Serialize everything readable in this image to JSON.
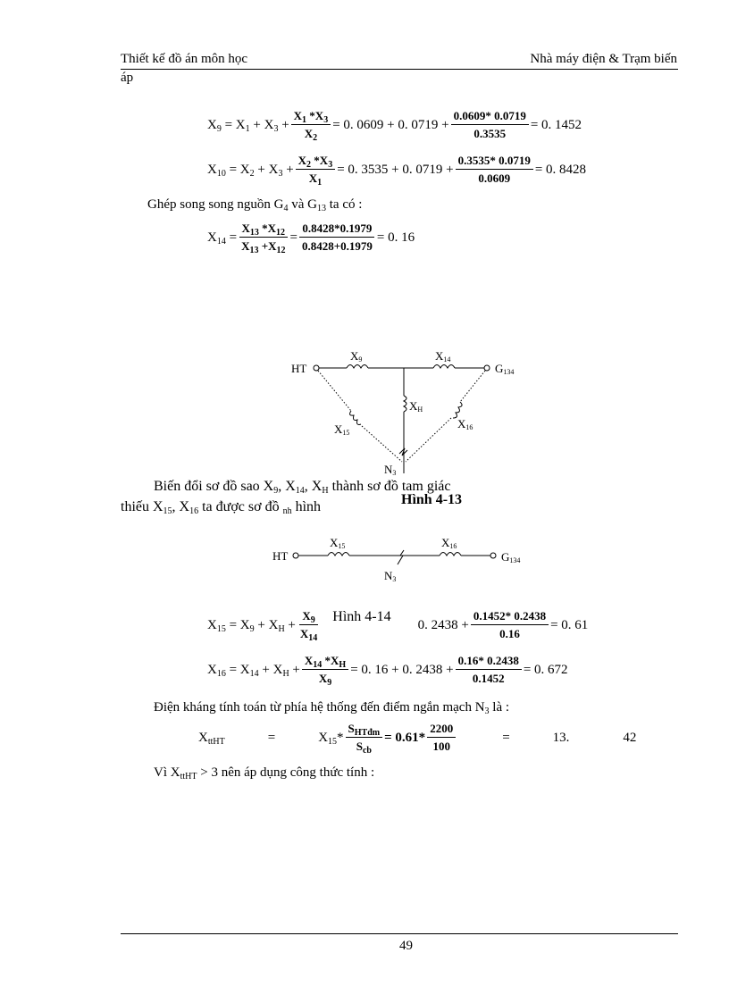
{
  "header": {
    "left": "Thiết kế đồ án môn học",
    "right": "Nhà máy điện & Trạm biến",
    "wrap": "áp"
  },
  "eq_x9": {
    "lhs": "X_{9} = X_{1} + X_{3} +",
    "num": "X_{1} *X_{3}",
    "den": "X_{2}",
    "mid": "= 0. 0609 + 0. 0719 +",
    "num2": "0.0609* 0.0719",
    "den2": "0.3535",
    "rhs": "= 0. 1452"
  },
  "eq_x10": {
    "lhs": "X_{10} = X_{2} + X_{3} +",
    "num": "X_{2} *X_{3}",
    "den": "X_{1}",
    "mid": "= 0. 3535 + 0. 0719 +",
    "num2": "0.3535* 0.0719",
    "den2": "0.0609",
    "rhs": "= 0. 8428"
  },
  "text_parallel": "Ghép song song nguồn G_{4} và G_{13} ta có :",
  "eq_x14": {
    "lhs": "X_{14} =",
    "num": "X_{13} *X_{12}",
    "den": "X_{13} +X_{12}",
    "mid": "=",
    "num2": "0.8428*0.1979",
    "den2": "0.8428+0.1979",
    "rhs": "= 0. 16"
  },
  "figure1": {
    "ht": "HT",
    "g": "G",
    "g_sub": "134",
    "x9": "X",
    "x9_sub": "9",
    "x14": "X",
    "x14_sub": "14",
    "xh": "X",
    "xh_sub": "H",
    "x15": "X",
    "x15_sub": "15",
    "x16": "X",
    "x16_sub": "16",
    "n": "N",
    "n_sub": "3",
    "caption": "Hình 4-13"
  },
  "text_transform1": "Biến đổi sơ đồ sao X_{9}, X_{14}, X_{H} thành sơ đồ tam giác",
  "text_transform2": "thiếu X_{15}, X_{16} ta được sơ đồ _{nh} hình",
  "figure2": {
    "ht": "HT",
    "g": "G",
    "g_sub": "134",
    "x15": "X",
    "x15_sub": "15",
    "x16": "X",
    "x16_sub": "16",
    "n": "N",
    "n_sub": "3",
    "caption": "Hình 4-14"
  },
  "eq_x15": {
    "lhs": "X_{15} = X_{9} + X_{H} +",
    "num": "X_{9}",
    "den": "X_{14}",
    "mid": "0. 2438 +",
    "num2": "0.1452* 0.2438",
    "den2": "0.16",
    "rhs": "= 0. 61"
  },
  "eq_x16": {
    "lhs": "X_{16} = X_{14} + X_{H} +",
    "num": "X_{14} *X_{H}",
    "den": "X_{9}",
    "mid": "= 0. 16 + 0. 2438 +",
    "num2": "0.16* 0.2438",
    "den2": "0.1452",
    "rhs": "= 0. 672"
  },
  "text_reactance": "Điện kháng tính toán từ phía hệ thống đến điểm ngắn mạch N_{3} là :",
  "eq_xtt": {
    "lhs": "X_{ttHT}",
    "eq1": "=",
    "x15": "X_{15}*",
    "num": "S_{HTđm}",
    "den": "S_{cb}",
    "mid": "= 0.61*",
    "num2": "2200",
    "den2": "100",
    "eq2": "=",
    "v1": "13.",
    "v2": "42"
  },
  "text_since": "Vì X_{ttHT} > 3 nên áp dụng công thức tính :",
  "footer": {
    "page_number": "49"
  }
}
